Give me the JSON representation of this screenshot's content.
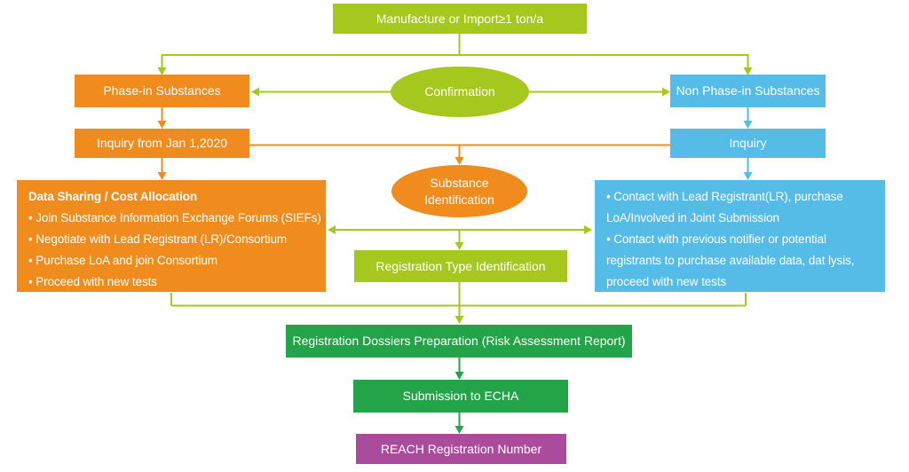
{
  "colors": {
    "chartreuse": "#a6c71d",
    "orange": "#f08c1e",
    "blue": "#55bbe7",
    "green": "#23a448",
    "purple": "#aa4b9c",
    "label_text": "#ffffff",
    "background": "#ffffff"
  },
  "nodes": {
    "manufacture": "Manufacture or Import≥1 ton/a",
    "phase_in": "Phase-in Substances",
    "confirmation": "Confirmation",
    "non_phase_in": "Non Phase-in Substances",
    "inquiry_jan": "Inquiry from Jan 1,2020",
    "inquiry": "Inquiry",
    "substance_identification": "Substance Identification",
    "data_sharing_title": "Data Sharing / Cost Allocation",
    "data_sharing_bullets": [
      "• Join Substance Information Exchange Forums (SIEFs)",
      "• Negotiate with Lead Registrant (LR)/Consortium",
      "• Purchase LoA and join Consortium",
      "• Proceed with new tests"
    ],
    "contact_bullets": [
      "• Contact with Lead Registrant(LR), purchase LoA/Involved in Joint Submission",
      "• Contact with previous notifier or potential registrants to purchase available data, dat lysis, proceed with new tests"
    ],
    "registration_type": "Registration Type Identification",
    "dossiers": "Registration Dossiers Preparation (Risk Assessment Report)",
    "submission": "Submission to ECHA",
    "reach_number": "REACH Registration Number"
  }
}
